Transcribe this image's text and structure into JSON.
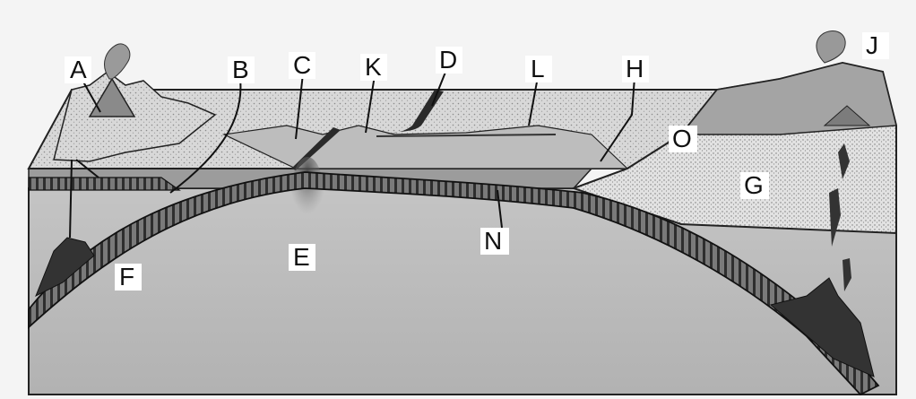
{
  "labels": {
    "A": "A",
    "B": "B",
    "C": "C",
    "K": "K",
    "D": "D",
    "L": "L",
    "H": "H",
    "J": "J",
    "O": "O",
    "G": "G",
    "N": "N",
    "E": "E",
    "F": "F"
  },
  "colors": {
    "background": "#f4f4f4",
    "ocean_surface": "#cfcfcf",
    "sediment_top": "#c8c8c8",
    "mantle": "#b9b9b9",
    "plate_band": "#6e6e6e",
    "plate_band_dark": "#3a3a3a",
    "continent_top": "#9a9a9a",
    "continental_crust": "#dcdcdc",
    "magma": "#2a2a2a",
    "outline": "#1a1a1a"
  }
}
